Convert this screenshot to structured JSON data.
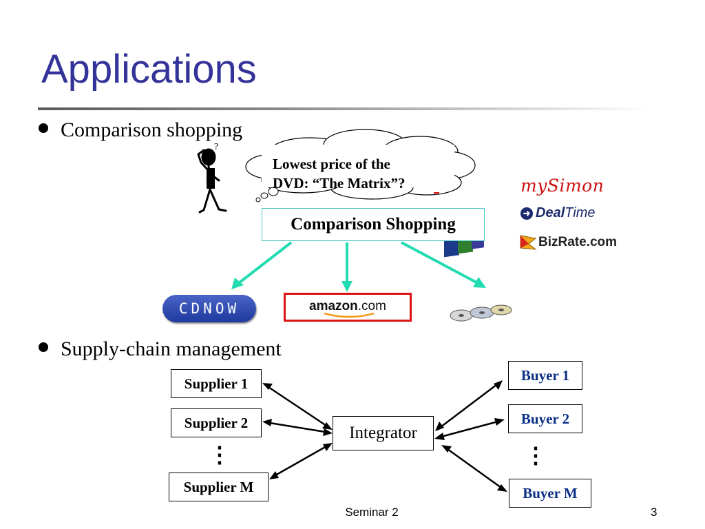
{
  "slide": {
    "title": "Applications",
    "footer": "Seminar 2",
    "page_number": "3"
  },
  "bullets": [
    {
      "text": "Comparison shopping"
    },
    {
      "text": "Supply-chain management"
    }
  ],
  "comparison": {
    "thought_line1": "Lowest price of the",
    "thought_line2": "DVD: “The Matrix”?",
    "center_label": "Comparison Shopping",
    "logos": {
      "mysimon": "mySimon",
      "dealtime_word1": "Deal",
      "dealtime_word2": "Time",
      "bizrate": "BizRate.com",
      "cdnow": "CDNOW",
      "amazon_main": "amazon",
      "amazon_suffix": ".com"
    },
    "colors": {
      "arrow": "#22dbb0",
      "box_border": "#49c4c4",
      "amazon_border": "#dd1111"
    }
  },
  "supply_chain": {
    "suppliers": [
      "Supplier 1",
      "Supplier 2",
      "Supplier M"
    ],
    "integrator": "Integrator",
    "buyers": [
      "Buyer 1",
      "Buyer 2",
      "Buyer M"
    ],
    "ellipsis": "⋮"
  }
}
